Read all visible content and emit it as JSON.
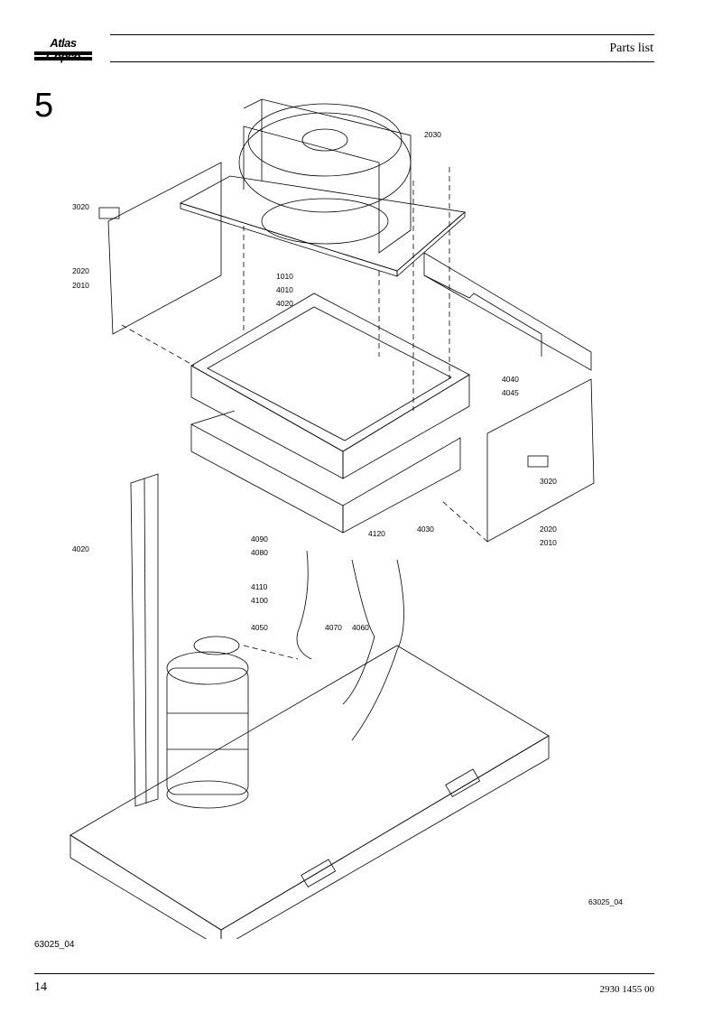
{
  "header": {
    "brand": "Atlas Copco",
    "title": "Parts list"
  },
  "section_number": "5",
  "drawing": {
    "part_labels": [
      {
        "text": "2030"
      },
      {
        "text": "3020"
      },
      {
        "text": "2020"
      },
      {
        "text": "2010"
      },
      {
        "text": "1010"
      },
      {
        "text": "4010"
      },
      {
        "text": "4020"
      },
      {
        "text": "4040"
      },
      {
        "text": "4045"
      },
      {
        "text": "3020"
      },
      {
        "text": "4030"
      },
      {
        "text": "2020"
      },
      {
        "text": "2010"
      },
      {
        "text": "4020"
      },
      {
        "text": "4090"
      },
      {
        "text": "4080"
      },
      {
        "text": "4120"
      },
      {
        "text": "4110"
      },
      {
        "text": "4100"
      },
      {
        "text": "4050"
      },
      {
        "text": "4070"
      },
      {
        "text": "4060"
      }
    ],
    "figure_id_inside": "63025_04"
  },
  "figure_id_bottom": "63025_04",
  "footer": {
    "page_number": "14",
    "document_number": "2930 1455 00"
  }
}
